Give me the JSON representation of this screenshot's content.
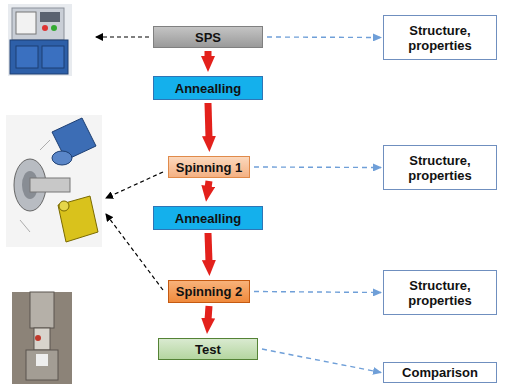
{
  "diagram": {
    "nodes": [
      {
        "text": [
          "SPS"
        ]
      },
      {
        "text": [
          "Structure, properties"
        ]
      },
      {
        "text": [
          "Annealling"
        ]
      },
      {
        "text": [
          "Spinning 1"
        ]
      },
      {
        "text": [
          "Structure, properties"
        ]
      },
      {
        "text": [
          "Annealling"
        ]
      },
      {
        "text": [
          "Spinning 2"
        ]
      },
      {
        "text": [
          "Structure, properties"
        ]
      },
      {
        "text": [
          "Test"
        ]
      },
      {
        "text": [
          "Comparison"
        ]
      }
    ],
    "edges": [
      {
        "from": 0,
        "to": 2,
        "arrow": "to"
      },
      {
        "from": 2,
        "to": 3,
        "arrow": "to"
      },
      {
        "from": 3,
        "to": 5,
        "arrow": "to"
      },
      {
        "from": 5,
        "to": 6,
        "arrow": "to"
      },
      {
        "from": 6,
        "to": 8,
        "arrow": "to"
      },
      {
        "from": 0,
        "to": 1,
        "arrow": "to"
      },
      {
        "from": 3,
        "to": 4,
        "arrow": "to"
      },
      {
        "from": 6,
        "to": 7,
        "arrow": "to"
      },
      {
        "from": 8,
        "to": 9,
        "arrow": "to"
      }
    ]
  }
}
